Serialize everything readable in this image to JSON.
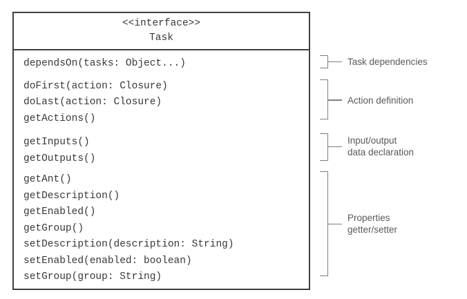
{
  "diagram": {
    "stereotype": "<<interface>>",
    "name": "Task",
    "groups": [
      {
        "annotation": "Task dependencies",
        "label_lines": [
          "Task dependencies"
        ],
        "methods": [
          "dependsOn(tasks: Object...)"
        ]
      },
      {
        "annotation": "Action definition",
        "label_lines": [
          "Action definition"
        ],
        "methods": [
          "doFirst(action: Closure)",
          "doLast(action: Closure)",
          "getActions()"
        ]
      },
      {
        "annotation": "Input/output data declaration",
        "label_lines": [
          "Input/output",
          "data declaration"
        ],
        "methods": [
          "getInputs()",
          "getOutputs()"
        ]
      },
      {
        "annotation": "Properties getter/setter",
        "label_lines": [
          "Properties",
          "getter/setter"
        ],
        "methods": [
          "getAnt()",
          "getDescription()",
          "getEnabled()",
          "getGroup()",
          "setDescription(description: String)",
          "setEnabled(enabled: boolean)",
          "setGroup(group: String)"
        ]
      }
    ],
    "colors": {
      "box_border": "#3e3e3e",
      "bracket_line": "#7e7e7e",
      "method_text": "#383838",
      "label_text": "#58595b",
      "background": "#ffffff"
    }
  }
}
